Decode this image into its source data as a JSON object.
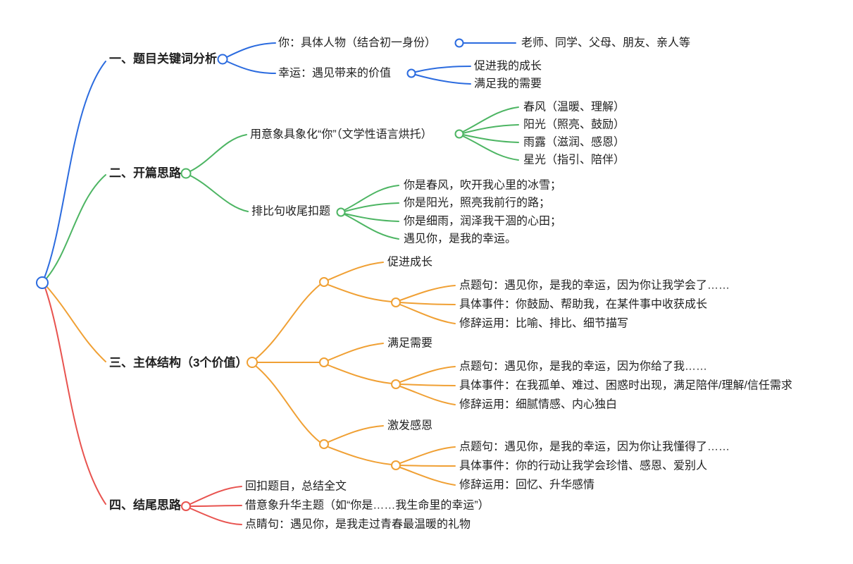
{
  "colors": {
    "blue": "#2b6bdf",
    "green": "#4db563",
    "orange": "#f0a034",
    "red": "#e8534f",
    "text": "#1f1f1f",
    "node_fill": "#ffffff",
    "background": "#ffffff"
  },
  "mindmap": {
    "branches": [
      {
        "label": "一、题目关键词分析",
        "color": "blue",
        "children": [
          {
            "label": "你：具体人物（结合初一身份）",
            "children": [
              {
                "label": "老师、同学、父母、朋友、亲人等"
              }
            ]
          },
          {
            "label": "幸运：遇见带来的价值",
            "children": [
              {
                "label": "促进我的成长"
              },
              {
                "label": "满足我的需要"
              }
            ]
          }
        ]
      },
      {
        "label": "二、开篇思路",
        "color": "green",
        "children": [
          {
            "label": "用意象具象化“你”（文学性语言烘托）",
            "children": [
              {
                "label": "春风（温暖、理解）"
              },
              {
                "label": "阳光（照亮、鼓励）"
              },
              {
                "label": "雨露（滋润、感恩）"
              },
              {
                "label": "星光（指引、陪伴）"
              }
            ]
          },
          {
            "label": "排比句收尾扣题",
            "children": [
              {
                "label": "你是春风，吹开我心里的冰雪；"
              },
              {
                "label": "你是阳光，照亮我前行的路；"
              },
              {
                "label": "你是细雨，润泽我干涸的心田；"
              },
              {
                "label": "遇见你，是我的幸运。"
              }
            ]
          }
        ]
      },
      {
        "label": "三、主体结构（3个价值）",
        "color": "orange",
        "children": [
          {
            "label": "促进成长",
            "children": [
              {
                "label": "点题句：遇见你，是我的幸运，因为你让我学会了……"
              },
              {
                "label": "具体事件：你鼓励、帮助我，在某件事中收获成长"
              },
              {
                "label": "修辞运用：比喻、排比、细节描写"
              }
            ]
          },
          {
            "label": "满足需要",
            "children": [
              {
                "label": "点题句：遇见你，是我的幸运，因为你给了我……"
              },
              {
                "label": "具体事件：在我孤单、难过、困惑时出现，满足陪伴/理解/信任需求"
              },
              {
                "label": "修辞运用：细腻情感、内心独白"
              }
            ]
          },
          {
            "label": "激发感恩",
            "children": [
              {
                "label": "点题句：遇见你，是我的幸运，因为你让我懂得了……"
              },
              {
                "label": "具体事件：你的行动让我学会珍惜、感恩、爱别人"
              },
              {
                "label": "修辞运用：回忆、升华感情"
              }
            ]
          }
        ]
      },
      {
        "label": "四、结尾思路",
        "color": "red",
        "children": [
          {
            "label": "回扣题目，总结全文"
          },
          {
            "label": "借意象升华主题（如“你是……我生命里的幸运”）"
          },
          {
            "label": "点睛句：遇见你，是我走过青春最温暖的礼物"
          }
        ]
      }
    ]
  }
}
